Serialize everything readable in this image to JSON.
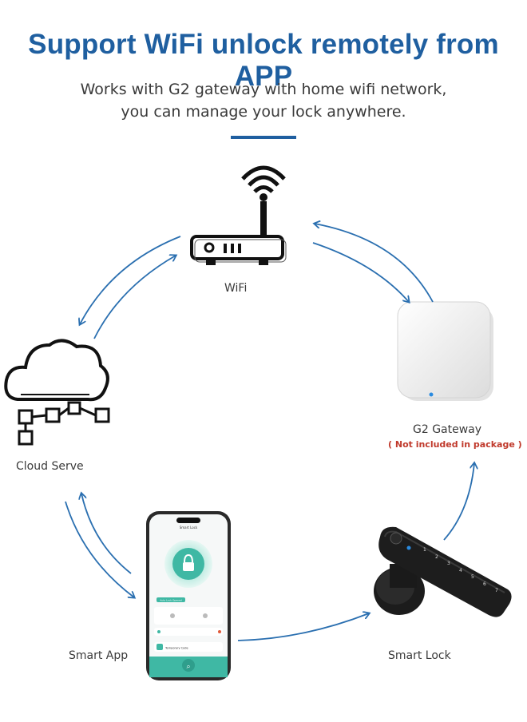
{
  "header": {
    "title": "Support WiFi unlock remotely from APP",
    "subtitle_line1": "Works with G2 gateway with home wifi network,",
    "subtitle_line2": "you can manage your lock anywhere."
  },
  "nodes": {
    "wifi": {
      "label": "WiFi",
      "icon": "router-icon"
    },
    "gateway": {
      "label": "G2 Gateway",
      "note": "( Not included in package )",
      "icon": "gateway-device-icon"
    },
    "cloud": {
      "label": "Cloud Serve",
      "icon": "cloud-network-icon"
    },
    "app": {
      "label": "Smart App",
      "icon": "smartphone-icon"
    },
    "lock": {
      "label": "Smart Lock",
      "icon": "smart-lock-icon"
    }
  },
  "phone_screen": {
    "title": "Smart Lock",
    "status": "Auto Lock Opened",
    "menu_item": "Temporary Code"
  },
  "colors": {
    "brand_blue": "#1f5fa0",
    "arrow_blue": "#2a6fb0",
    "note_red": "#c0392b",
    "app_green": "#3fb8a4"
  }
}
